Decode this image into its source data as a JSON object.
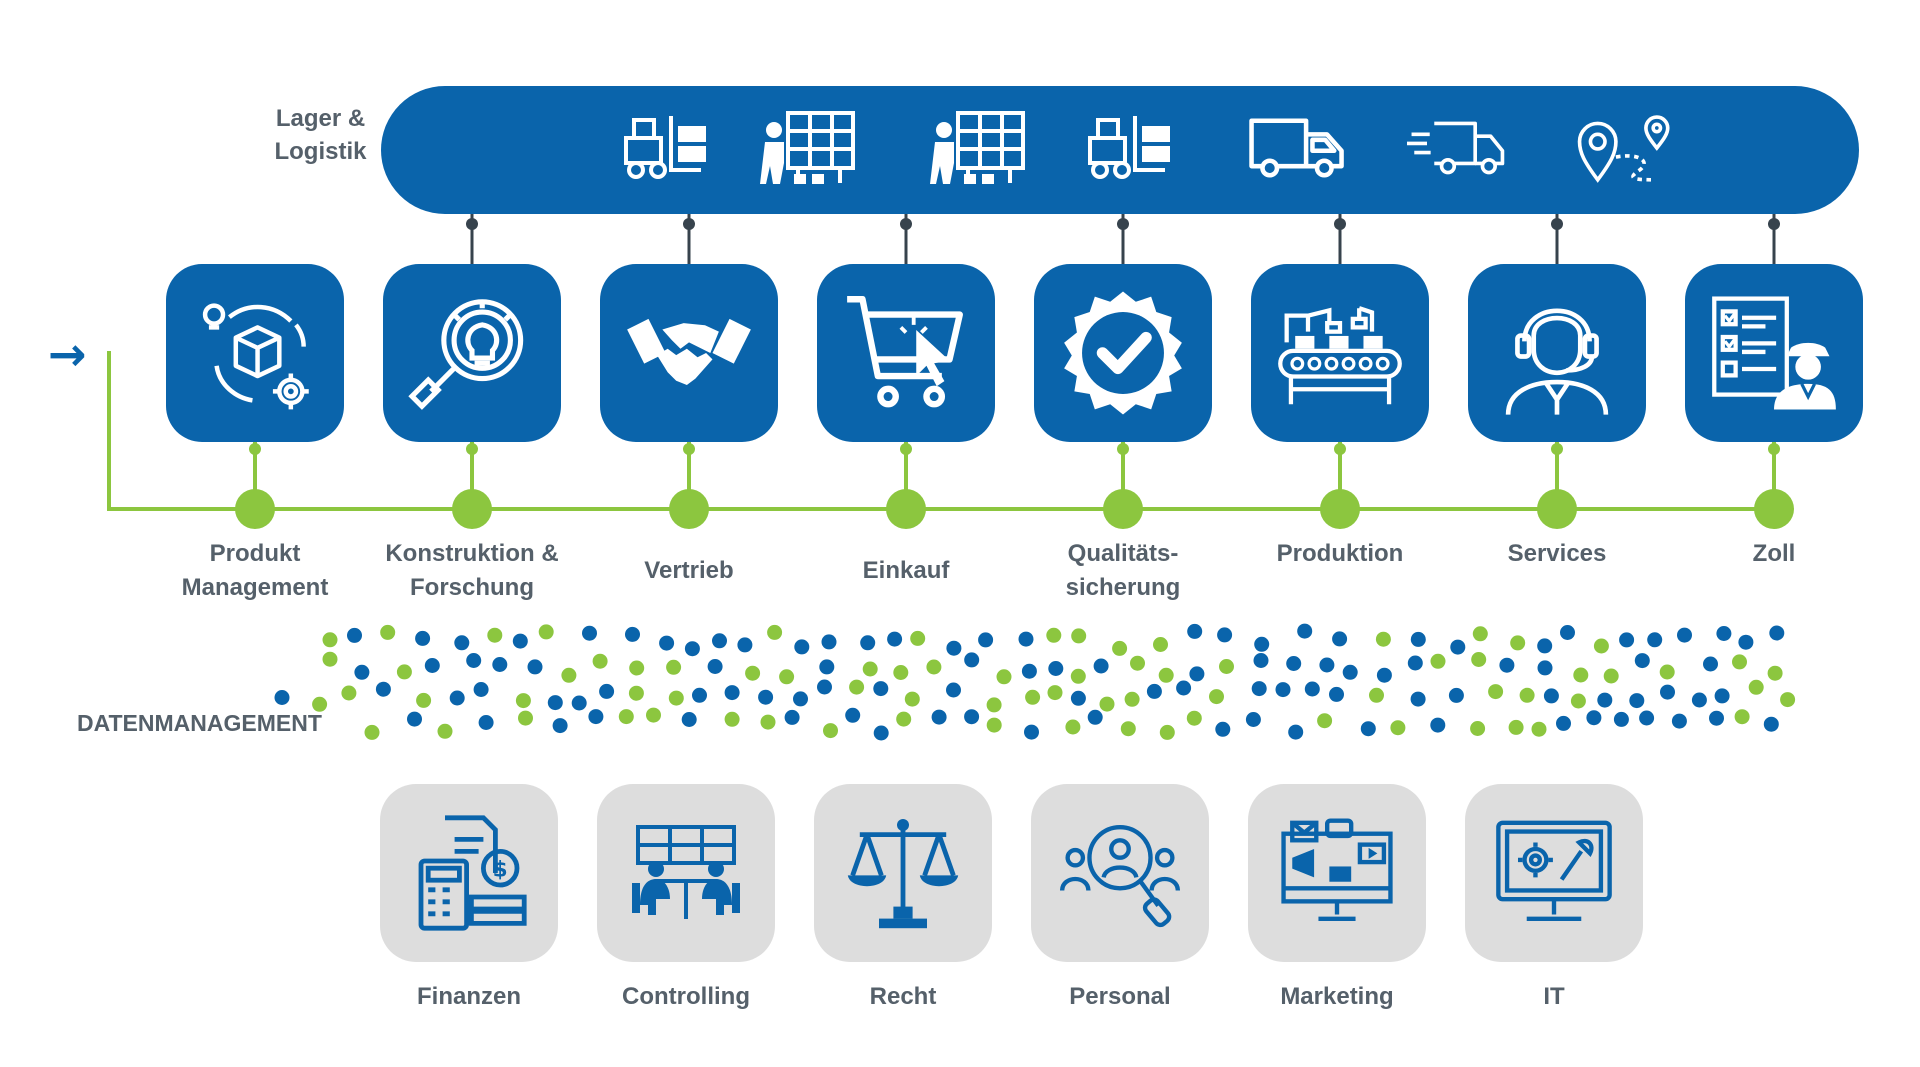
{
  "colors": {
    "primary": "#0a64ab",
    "accent": "#8cc63f",
    "connector": "#37434d",
    "support_tile": "#dddddd",
    "text": "#55606a"
  },
  "logistics": {
    "label": "Lager &\nLogistik",
    "icons": [
      "forklift-icon",
      "warehouse-worker-icon",
      "warehouse-worker-icon",
      "forklift-icon",
      "truck-icon",
      "fast-delivery-truck-icon",
      "route-pin-icon"
    ]
  },
  "entry_arrow": "→",
  "process": [
    {
      "label": "Produkt\nManagement",
      "icon": "product-cycle-icon"
    },
    {
      "label": "Konstruktion &\nForschung",
      "icon": "magnifier-bulb-icon"
    },
    {
      "label": "Vertrieb",
      "icon": "handshake-icon"
    },
    {
      "label": "Einkauf",
      "icon": "shopping-cart-icon"
    },
    {
      "label": "Qualitäts-\nsicherung",
      "icon": "quality-badge-icon"
    },
    {
      "label": "Produktion",
      "icon": "conveyor-belt-icon"
    },
    {
      "label": "Services",
      "icon": "headset-agent-icon"
    },
    {
      "label": "Zoll",
      "icon": "customs-officer-icon"
    }
  ],
  "data_management": {
    "label": "DATENMANAGEMENT"
  },
  "support": [
    {
      "label": "Finanzen",
      "icon": "calculator-coins-icon"
    },
    {
      "label": "Controlling",
      "icon": "control-room-icon"
    },
    {
      "label": "Recht",
      "icon": "scales-icon"
    },
    {
      "label": "Personal",
      "icon": "people-search-icon"
    },
    {
      "label": "Marketing",
      "icon": "marketing-monitor-icon"
    },
    {
      "label": "IT",
      "icon": "it-monitor-icon"
    }
  ]
}
